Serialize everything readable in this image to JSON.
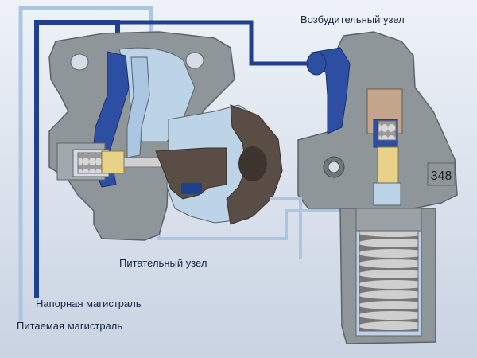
{
  "labels": {
    "exciter_unit": "Возбудительный узел",
    "feed_unit": "Питательный узел",
    "pressure_line": "Напорная магистраль",
    "fed_line": "Питаемая магистраль"
  },
  "plate_number": "348",
  "colors": {
    "background_top": "#eef2f8",
    "background_bottom": "#c9d3e2",
    "body_gray": "#8e969a",
    "body_shadow": "#6f777b",
    "cavity_blue": "#bcd3e8",
    "dark_blue": "#2c4fa3",
    "pressure_line": "#1f3f8f",
    "fed_line": "#aac6e2",
    "spring_gray": "#b0b0b0",
    "brass": "#e8d28a",
    "piston_dark": "#5a4d45",
    "label_text": "#14264a"
  }
}
